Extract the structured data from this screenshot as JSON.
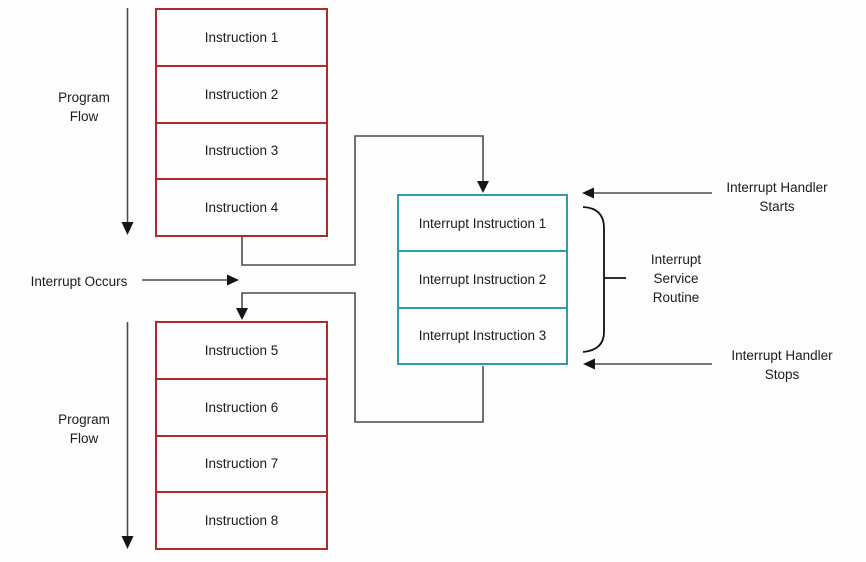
{
  "colors": {
    "background": "#fdfdfd",
    "instruction_box_border": "#b12a2a",
    "isr_box_border": "#2d9dac",
    "connector": "#4d4d4d",
    "arrowhead": "#151515",
    "text": "#1c1c1c"
  },
  "labels": {
    "program_flow_top": {
      "line1": "Program",
      "line2": "Flow"
    },
    "program_flow_bottom": {
      "line1": "Program",
      "line2": "Flow"
    },
    "interrupt_occurs": "Interrupt Occurs",
    "interrupt_handler_starts": {
      "line1": "Interrupt Handler",
      "line2": "Starts"
    },
    "interrupt_handler_stops": {
      "line1": "Interrupt Handler",
      "line2": "Stops"
    },
    "interrupt_service_routine": {
      "line1": "Interrupt",
      "line2": "Service",
      "line3": "Routine"
    }
  },
  "instructions_top": [
    "Instruction 1",
    "Instruction 2",
    "Instruction 3",
    "Instruction 4"
  ],
  "instructions_bottom": [
    "Instruction 5",
    "Instruction 6",
    "Instruction 7",
    "Instruction 8"
  ],
  "isr_instructions": [
    "Interrupt Instruction 1",
    "Interrupt Instruction 2",
    "Interrupt Instruction 3"
  ]
}
